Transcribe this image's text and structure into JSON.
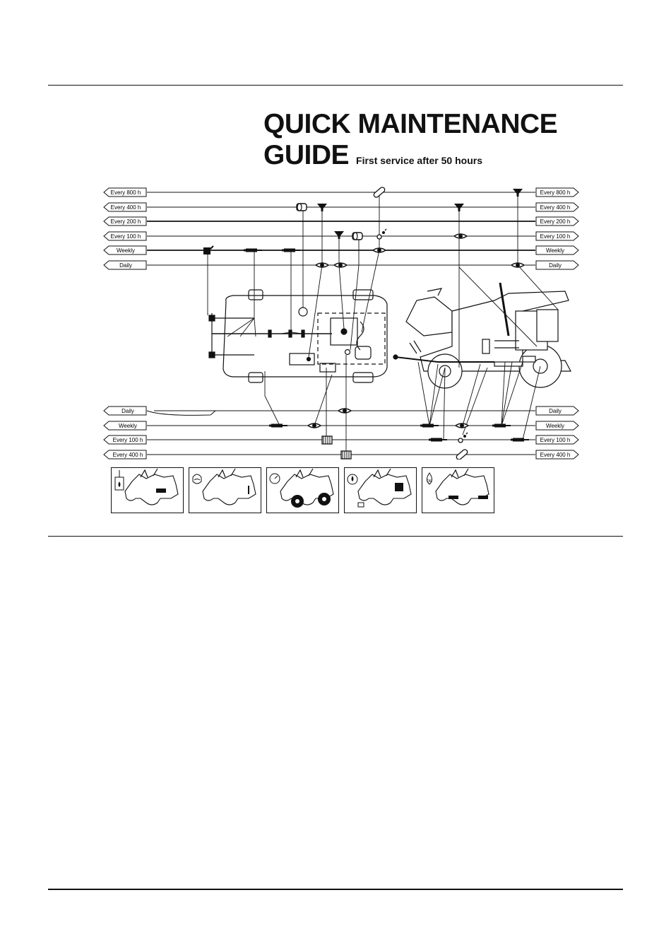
{
  "title": {
    "line1": "QUICK MAINTENANCE",
    "line2": "GUIDE",
    "subtitle": "First service after 50 hours"
  },
  "schedule": {
    "top_left": [
      "Every 800 h",
      "Every 400 h",
      "Every 200 h",
      "Every 100 h",
      "Weekly",
      "Daily"
    ],
    "top_right": [
      "Every 800 h",
      "Every 400 h",
      "Every 200 h",
      "Every 100 h",
      "Weekly",
      "Daily"
    ],
    "bottom_left": [
      "Daily",
      "Weekly",
      "Every 100 h",
      "Every 400 h"
    ],
    "bottom_right": [
      "Daily",
      "Weekly",
      "Every 100 h",
      "Every 400 h"
    ]
  },
  "icons": {
    "symbols": [
      "filter-funnel-icon",
      "inspect-eye-icon",
      "grease-gun-icon",
      "oil-can-icon",
      "spark-plug-icon",
      "oil-filter-icon",
      "belt-link-icon"
    ],
    "bottom_tiles": [
      "fuel-check-icon",
      "engine-oil-level-icon",
      "tyre-pressure-icon",
      "engine-oil-change-icon",
      "transmission-oil-icon"
    ]
  }
}
